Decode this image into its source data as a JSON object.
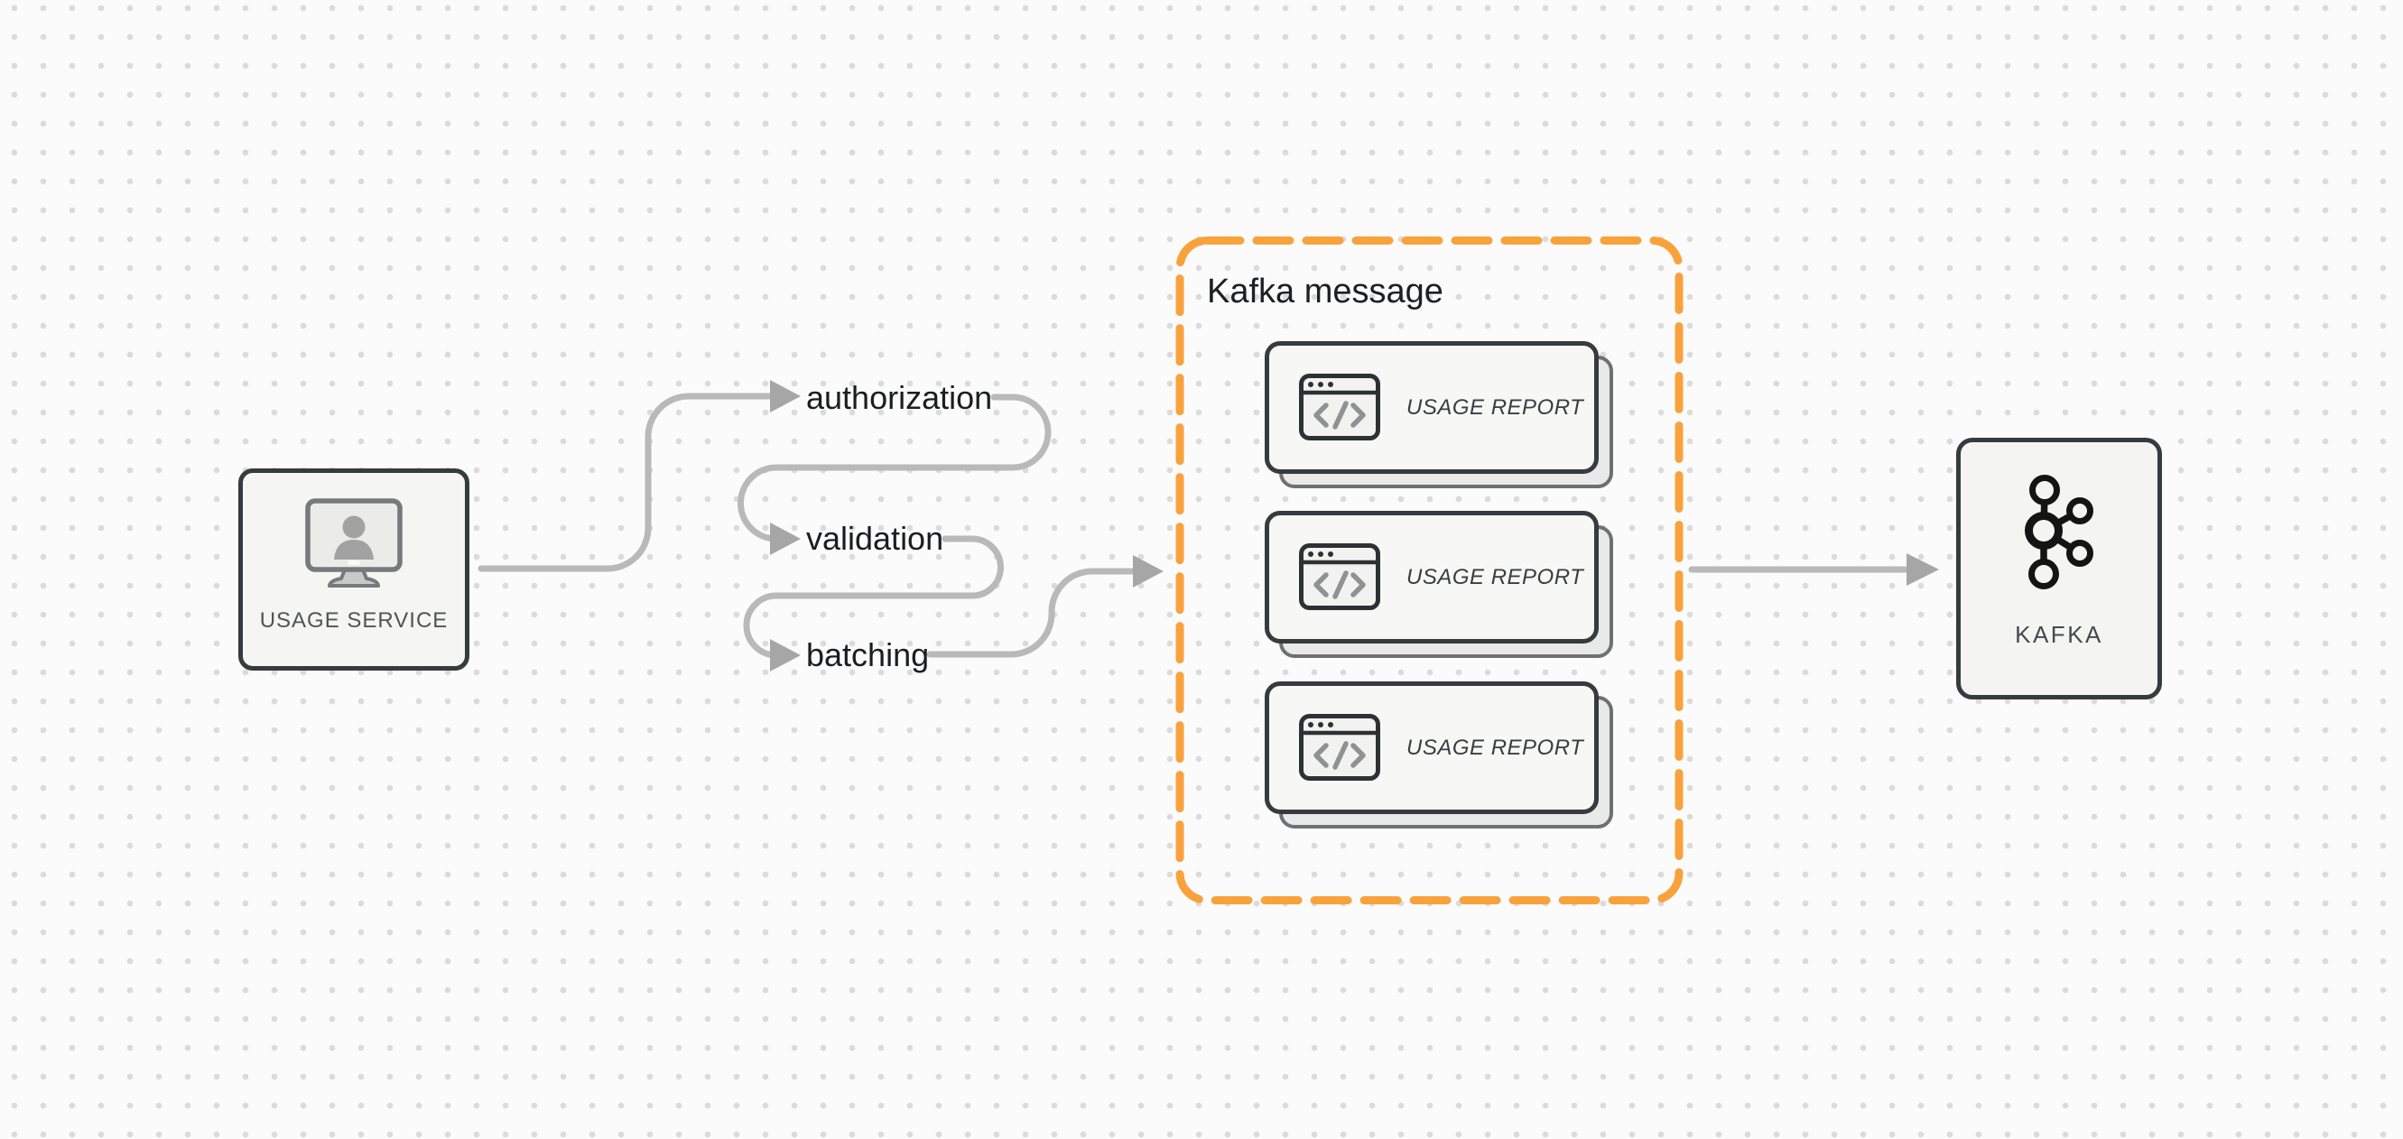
{
  "diagram": {
    "nodes": {
      "usage_service": {
        "label": "USAGE SERVICE",
        "icon": "monitor-user-icon"
      },
      "kafka": {
        "label": "KAFKA",
        "icon": "kafka-logo-icon"
      }
    },
    "steps": [
      {
        "label": "authorization"
      },
      {
        "label": "validation"
      },
      {
        "label": "batching"
      }
    ],
    "kafka_message_group": {
      "title": "Kafka message",
      "cards": [
        {
          "label": "USAGE REPORT",
          "icon": "code-window-icon"
        },
        {
          "label": "USAGE REPORT",
          "icon": "code-window-icon"
        },
        {
          "label": "USAGE REPORT",
          "icon": "code-window-icon"
        }
      ]
    },
    "colors": {
      "accent_orange": "#F9A23C",
      "connector_gray": "#B9B9B9",
      "arrowhead_gray": "#A6A6A6",
      "node_border": "#363B3E",
      "node_fill": "#F5F5F3",
      "card_fill": "#F7F7F5",
      "background": "#FBFBFB",
      "dot_grid": "#DBDBDB",
      "text_dark": "#1B1D1F",
      "text_muted": "#515356"
    }
  }
}
